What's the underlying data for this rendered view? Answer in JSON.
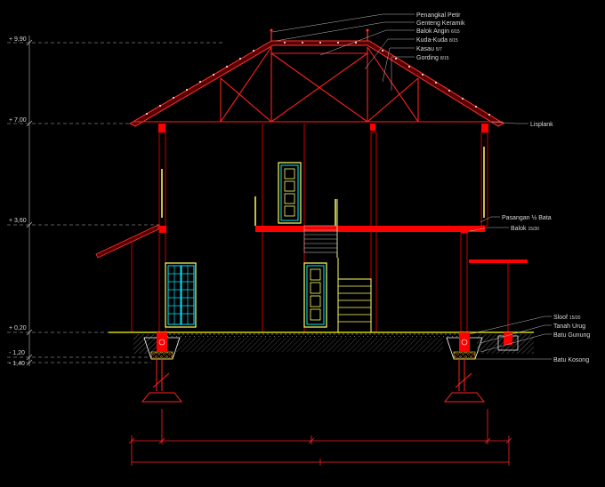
{
  "levels": [
    {
      "text": "+ 9,90"
    },
    {
      "text": "+ 7,00"
    },
    {
      "text": "+ 3,60"
    },
    {
      "text": "+ 0,20"
    },
    {
      "text": "- 1,20"
    },
    {
      "text": "- 1,40"
    }
  ],
  "roof_annotations": [
    {
      "text": "Penangkal Petir"
    },
    {
      "text": "Genteng Keramik"
    },
    {
      "text": "Balok Angin",
      "fraction": "6/15"
    },
    {
      "text": "Kuda-Kuda",
      "fraction": "8/15"
    },
    {
      "text": "Kasau",
      "fraction": "5/7"
    },
    {
      "text": "Gording",
      "fraction": "8/15"
    }
  ],
  "right_annotations": [
    {
      "text": "Lisplank"
    },
    {
      "text": "Pasangan ½ Bata"
    },
    {
      "text": "Balok",
      "fraction": "15/30"
    }
  ],
  "foundation_annotations": [
    {
      "text": "Sloof",
      "fraction": "15/20"
    },
    {
      "text": "Tanah Urug"
    },
    {
      "text": "Batu Gunung"
    },
    {
      "text": "Batu Kosong"
    }
  ],
  "colors": {
    "structure": "#ff0000",
    "wall": "#c00000",
    "frame": "#00e5ff",
    "timber": "#ffff66",
    "annotation": "#d9d9d9",
    "ground": "#ffff00",
    "background": "#000000"
  }
}
